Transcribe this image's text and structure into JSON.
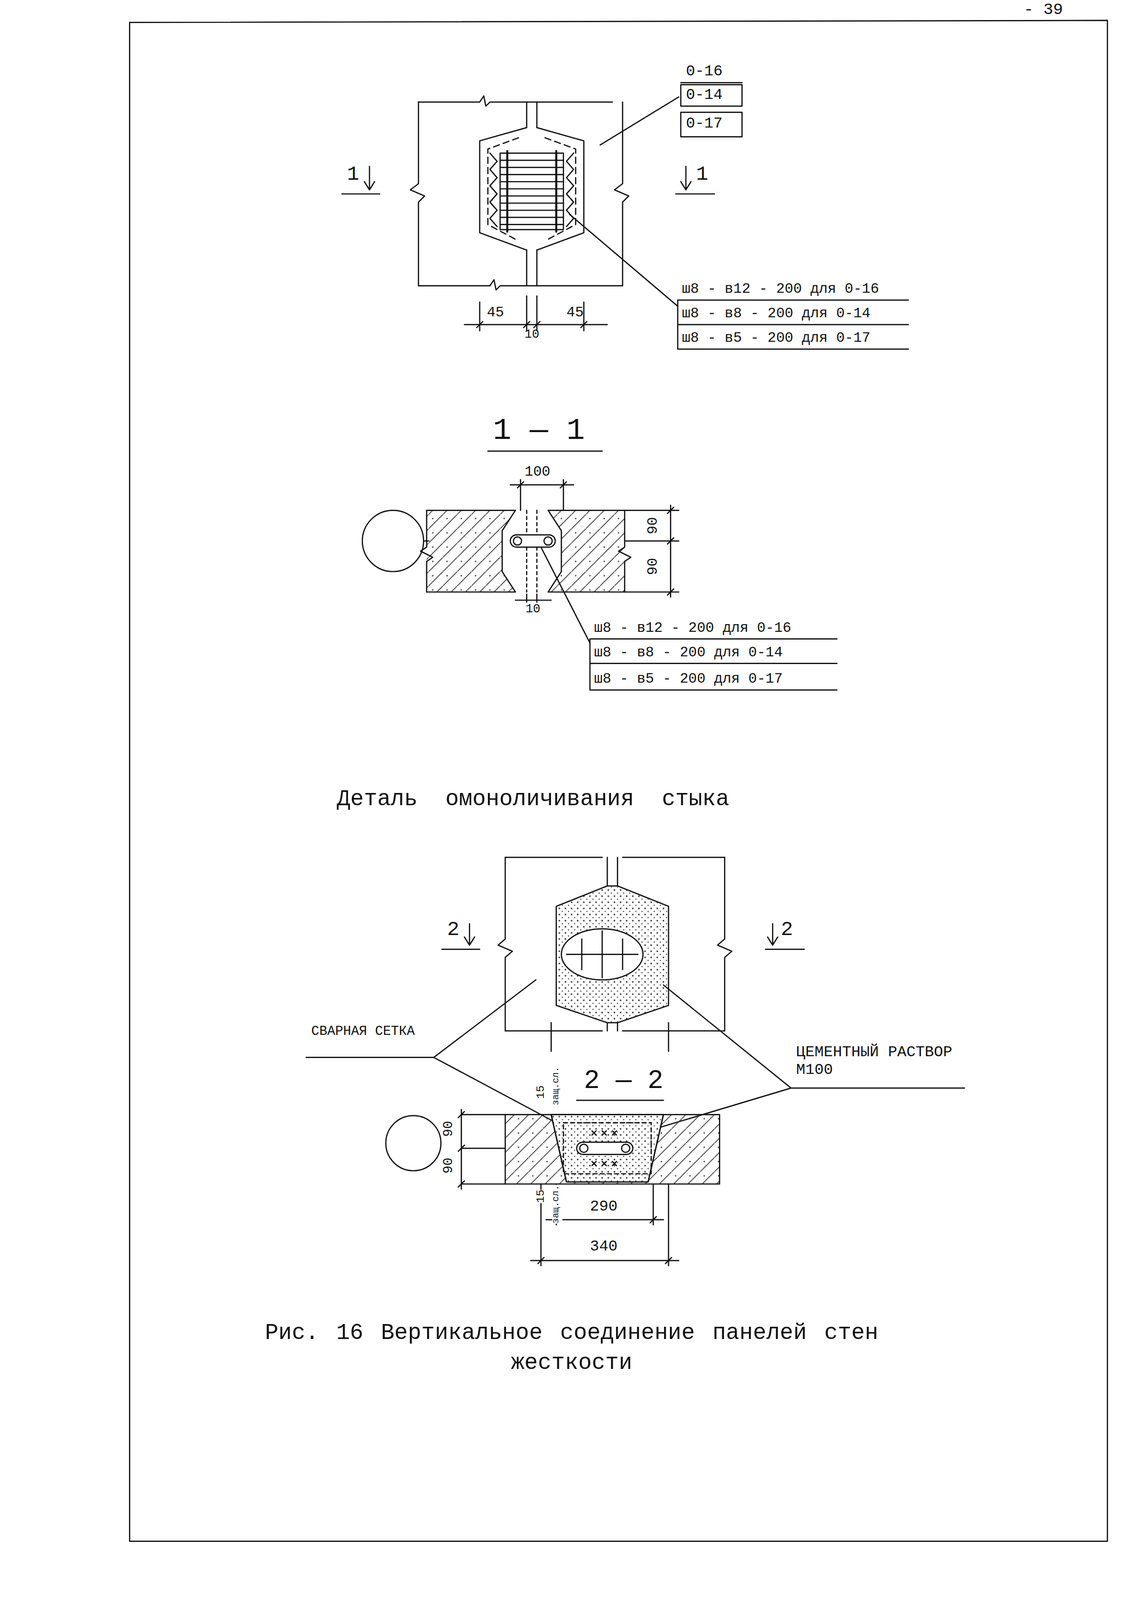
{
  "diagram": {
    "caption": "Рис. 16 Вертикальное соединение панелей стен жесткости",
    "labels": [
      "- 39",
      "0-16",
      "0-14",
      "0-17",
      "1",
      "1",
      "45",
      "45",
      "10",
      "ш8 - в12 - 200 для 0-16",
      "ш8 - в8 - 200 для 0-14",
      "ш8 - в5 - 200 для 0-17",
      "1 — 1",
      "100",
      "90",
      "90",
      "10",
      "ш8 - в12 - 200 для 0-16",
      "ш8 - в8 - 200 для 0-14",
      "ш8 - в5 - 200 для 0-17",
      "Деталь омоноличивания стыка",
      "2",
      "2",
      "СВАРНАЯ СЕТКА",
      "ЦЕМЕНТНЫЙ РАСТВОР М100",
      "2 — 2",
      "15",
      "защ.сл.",
      "15",
      "защ.сл.",
      "90",
      "90",
      "290",
      "340"
    ]
  }
}
